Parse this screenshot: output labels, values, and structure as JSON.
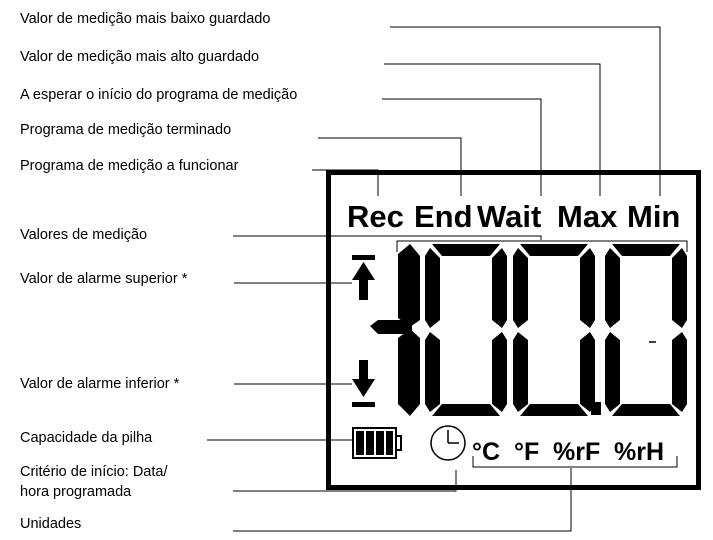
{
  "labels": {
    "min_value": "Valor de medição mais baixo guardado",
    "max_value": "Valor de medição mais alto guardado",
    "wait": "A esperar o início do programa de medição",
    "end": "Programa de medição terminado",
    "rec": "Programa de medição a funcionar",
    "values": "Valores de medição",
    "upper_alarm": "Valor de alarme superior *",
    "lower_alarm": "Valor de alarme inferior *",
    "battery": "Capacidade da pilha",
    "start_criterion_line1": "Critério de início: Data/",
    "start_criterion_line2": "hora programada",
    "units": "Unidades"
  },
  "display": {
    "rec": "Rec",
    "end": "End",
    "wait": "Wait",
    "max": "Max",
    "min": "Min",
    "unit_c": "°C",
    "unit_f": "°F",
    "unit_rf": "%rF",
    "unit_rh": "%rH"
  },
  "icons": {
    "upper_alarm": "arrow-up-to-bar-icon",
    "lower_alarm": "arrow-down-to-bar-icon",
    "battery": "battery-icon",
    "clock": "clock-icon"
  },
  "colors": {
    "foreground": "#000000",
    "background": "#ffffff"
  }
}
